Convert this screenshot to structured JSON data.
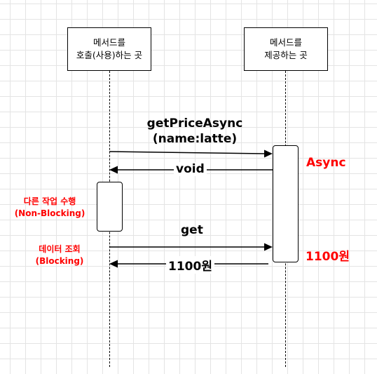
{
  "participants": {
    "caller": {
      "line1": "메서드를",
      "line2": "호출(사용)하는 곳"
    },
    "provider": {
      "line1": "메서드를",
      "line2": "제공하는 곳"
    }
  },
  "messages": {
    "call_async_line1": "getPriceAsync",
    "call_async_line2": "(name:latte)",
    "void_return": "void",
    "get_call": "get",
    "price_return": "1100원"
  },
  "annotations": {
    "async": "Async",
    "price_result": "1100원",
    "non_blocking_line1": "다른 작업 수행",
    "non_blocking_line2": "(Non-Blocking)",
    "blocking_line1": "데이터 조회",
    "blocking_line2": "(Blocking)"
  },
  "colors": {
    "accent": "#ff0000",
    "line": "#000000",
    "grid": "#e4e4e4"
  }
}
